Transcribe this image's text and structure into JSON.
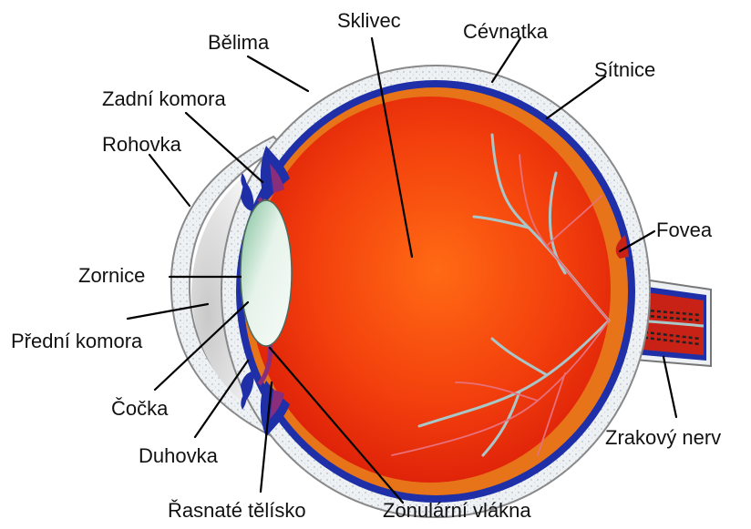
{
  "labels": {
    "belima": "Bělima",
    "sklivec": "Sklivec",
    "cevnatka": "Cévnatka",
    "sitnice": "Sítnice",
    "zadni_komora": "Zadní komora",
    "rohovka": "Rohovka",
    "fovea": "Fovea",
    "zornice": "Zornice",
    "predni_komora": "Přední komora",
    "cocka": "Čočka",
    "duhovka": "Duhovka",
    "zrakovy_nerv": "Zrakový nerv",
    "rasnate_telisko": "Řasnaté tělísko",
    "zonularni_vlakna": "Zonulární vlákna"
  },
  "colors": {
    "sclera": "#e9edf2",
    "choroid": "#1f2fa8",
    "retina": "#e8741a",
    "vitreous_center": "#ff5a12",
    "vitreous_edge": "#e41f08",
    "lens": "#cfe8d8",
    "nerve": "#c82216",
    "vessels": "#a9c6c9"
  }
}
